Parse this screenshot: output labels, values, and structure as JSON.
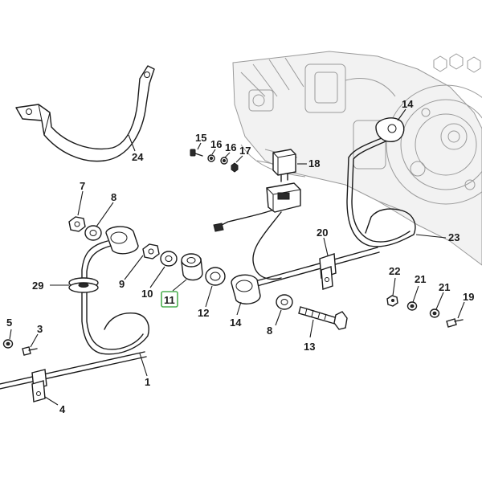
{
  "callouts": [
    {
      "id": "c24",
      "label": "24",
      "highlighted": false
    },
    {
      "id": "c15",
      "label": "15",
      "highlighted": false
    },
    {
      "id": "c16a",
      "label": "16",
      "highlighted": false
    },
    {
      "id": "c16b",
      "label": "16",
      "highlighted": false
    },
    {
      "id": "c17",
      "label": "17",
      "highlighted": false
    },
    {
      "id": "c18",
      "label": "18",
      "highlighted": false
    },
    {
      "id": "c14a",
      "label": "14",
      "highlighted": false
    },
    {
      "id": "c7",
      "label": "7",
      "highlighted": false
    },
    {
      "id": "c8a",
      "label": "8",
      "highlighted": false
    },
    {
      "id": "c20",
      "label": "20",
      "highlighted": false
    },
    {
      "id": "c23",
      "label": "23",
      "highlighted": false
    },
    {
      "id": "c29",
      "label": "29",
      "highlighted": false
    },
    {
      "id": "c9",
      "label": "9",
      "highlighted": false
    },
    {
      "id": "c10",
      "label": "10",
      "highlighted": false
    },
    {
      "id": "c11",
      "label": "11",
      "highlighted": true
    },
    {
      "id": "c12",
      "label": "12",
      "highlighted": false
    },
    {
      "id": "c14b",
      "label": "14",
      "highlighted": false
    },
    {
      "id": "c22",
      "label": "22",
      "highlighted": false
    },
    {
      "id": "c21a",
      "label": "21",
      "highlighted": false
    },
    {
      "id": "c21b",
      "label": "21",
      "highlighted": false
    },
    {
      "id": "c19",
      "label": "19",
      "highlighted": false
    },
    {
      "id": "c5",
      "label": "5",
      "highlighted": false
    },
    {
      "id": "c3",
      "label": "3",
      "highlighted": false
    },
    {
      "id": "c8b",
      "label": "8",
      "highlighted": false
    },
    {
      "id": "c13",
      "label": "13",
      "highlighted": false
    },
    {
      "id": "c1",
      "label": "1",
      "highlighted": false
    },
    {
      "id": "c4",
      "label": "4",
      "highlighted": false
    }
  ],
  "highlight_color": "#4caf50"
}
